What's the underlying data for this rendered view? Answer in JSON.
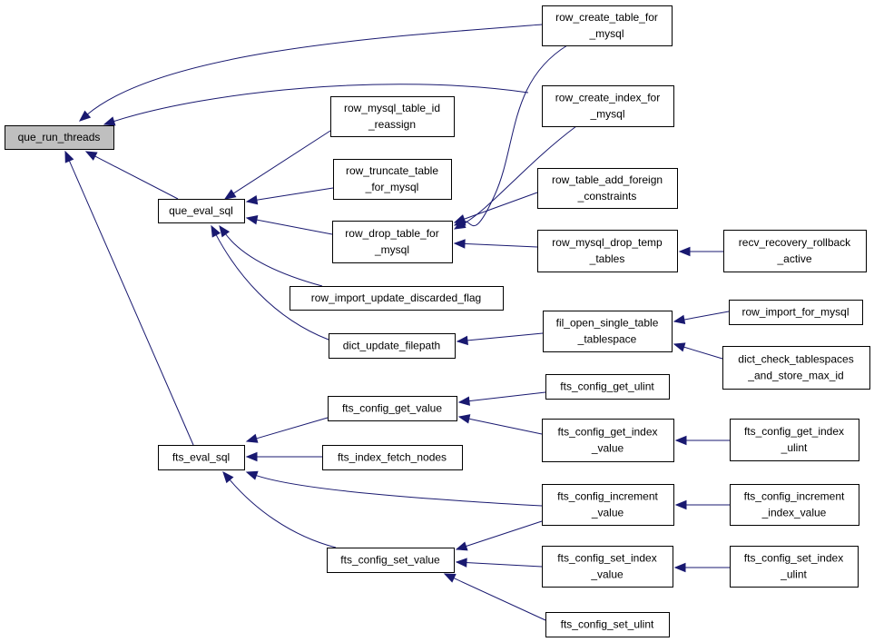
{
  "diagram": {
    "type": "call-graph",
    "colors": {
      "edge": "#191970",
      "root_fill": "#bfbfbf",
      "node_fill": "#ffffff",
      "node_border": "#000000"
    },
    "nodes": [
      {
        "id": "que_run_threads",
        "lines": [
          "que_run_threads"
        ],
        "root": true
      },
      {
        "id": "row_create_table_for_mysql",
        "lines": [
          "row_create_table_for",
          "_mysql"
        ]
      },
      {
        "id": "row_create_index_for_mysql",
        "lines": [
          "row_create_index_for",
          "_mysql"
        ]
      },
      {
        "id": "row_mysql_table_id_reassign",
        "lines": [
          "row_mysql_table_id",
          "_reassign"
        ]
      },
      {
        "id": "que_eval_sql",
        "lines": [
          "que_eval_sql"
        ]
      },
      {
        "id": "row_truncate_table_for_mysql",
        "lines": [
          "row_truncate_table",
          "_for_mysql"
        ]
      },
      {
        "id": "row_table_add_foreign_constraints",
        "lines": [
          "row_table_add_foreign",
          "_constraints"
        ]
      },
      {
        "id": "row_drop_table_for_mysql",
        "lines": [
          "row_drop_table_for",
          "_mysql"
        ]
      },
      {
        "id": "row_mysql_drop_temp_tables",
        "lines": [
          "row_mysql_drop_temp",
          "_tables"
        ]
      },
      {
        "id": "recv_recovery_rollback_active",
        "lines": [
          "recv_recovery_rollback",
          "_active"
        ]
      },
      {
        "id": "row_import_update_discarded_flag",
        "lines": [
          "row_import_update_discarded_flag"
        ]
      },
      {
        "id": "fil_open_single_table_tablespace",
        "lines": [
          "fil_open_single_table",
          "_tablespace"
        ]
      },
      {
        "id": "row_import_for_mysql",
        "lines": [
          "row_import_for_mysql"
        ]
      },
      {
        "id": "dict_update_filepath",
        "lines": [
          "dict_update_filepath"
        ]
      },
      {
        "id": "dict_check_tablespaces_and_store_max_id",
        "lines": [
          "dict_check_tablespaces",
          "_and_store_max_id"
        ]
      },
      {
        "id": "fts_config_get_ulint",
        "lines": [
          "fts_config_get_ulint"
        ]
      },
      {
        "id": "fts_config_get_value",
        "lines": [
          "fts_config_get_value"
        ]
      },
      {
        "id": "fts_config_get_index_value",
        "lines": [
          "fts_config_get_index",
          "_value"
        ]
      },
      {
        "id": "fts_config_get_index_ulint",
        "lines": [
          "fts_config_get_index",
          "_ulint"
        ]
      },
      {
        "id": "fts_eval_sql",
        "lines": [
          "fts_eval_sql"
        ]
      },
      {
        "id": "fts_index_fetch_nodes",
        "lines": [
          "fts_index_fetch_nodes"
        ]
      },
      {
        "id": "fts_config_increment_value",
        "lines": [
          "fts_config_increment",
          "_value"
        ]
      },
      {
        "id": "fts_config_increment_index_value",
        "lines": [
          "fts_config_increment",
          "_index_value"
        ]
      },
      {
        "id": "fts_config_set_value",
        "lines": [
          "fts_config_set_value"
        ]
      },
      {
        "id": "fts_config_set_index_value",
        "lines": [
          "fts_config_set_index",
          "_value"
        ]
      },
      {
        "id": "fts_config_set_index_ulint",
        "lines": [
          "fts_config_set_index",
          "_ulint"
        ]
      },
      {
        "id": "fts_config_set_ulint",
        "lines": [
          "fts_config_set_ulint"
        ]
      }
    ],
    "edges": [
      {
        "from": "row_create_table_for_mysql",
        "to": "que_run_threads"
      },
      {
        "from": "row_create_index_for_mysql",
        "to": "que_run_threads"
      },
      {
        "from": "que_eval_sql",
        "to": "que_run_threads"
      },
      {
        "from": "fts_eval_sql",
        "to": "que_run_threads"
      },
      {
        "from": "row_mysql_table_id_reassign",
        "to": "que_eval_sql"
      },
      {
        "from": "row_truncate_table_for_mysql",
        "to": "que_eval_sql"
      },
      {
        "from": "row_drop_table_for_mysql",
        "to": "que_eval_sql"
      },
      {
        "from": "row_import_update_discarded_flag",
        "to": "que_eval_sql"
      },
      {
        "from": "dict_update_filepath",
        "to": "que_eval_sql"
      },
      {
        "from": "row_create_table_for_mysql",
        "to": "row_drop_table_for_mysql"
      },
      {
        "from": "row_create_index_for_mysql",
        "to": "row_drop_table_for_mysql"
      },
      {
        "from": "row_table_add_foreign_constraints",
        "to": "row_drop_table_for_mysql"
      },
      {
        "from": "row_mysql_drop_temp_tables",
        "to": "row_drop_table_for_mysql"
      },
      {
        "from": "recv_recovery_rollback_active",
        "to": "row_mysql_drop_temp_tables"
      },
      {
        "from": "fil_open_single_table_tablespace",
        "to": "dict_update_filepath"
      },
      {
        "from": "row_import_for_mysql",
        "to": "fil_open_single_table_tablespace"
      },
      {
        "from": "dict_check_tablespaces_and_store_max_id",
        "to": "fil_open_single_table_tablespace"
      },
      {
        "from": "fts_config_get_value",
        "to": "fts_eval_sql"
      },
      {
        "from": "fts_index_fetch_nodes",
        "to": "fts_eval_sql"
      },
      {
        "from": "fts_config_increment_value",
        "to": "fts_eval_sql"
      },
      {
        "from": "fts_config_set_value",
        "to": "fts_eval_sql"
      },
      {
        "from": "fts_config_get_ulint",
        "to": "fts_config_get_value"
      },
      {
        "from": "fts_config_get_index_value",
        "to": "fts_config_get_value"
      },
      {
        "from": "fts_config_get_index_ulint",
        "to": "fts_config_get_index_value"
      },
      {
        "from": "fts_config_increment_value",
        "to": "fts_config_set_value"
      },
      {
        "from": "fts_config_set_index_value",
        "to": "fts_config_set_value"
      },
      {
        "from": "fts_config_set_ulint",
        "to": "fts_config_set_value"
      },
      {
        "from": "fts_config_increment_index_value",
        "to": "fts_config_increment_value"
      },
      {
        "from": "fts_config_set_index_ulint",
        "to": "fts_config_set_index_value"
      }
    ]
  }
}
